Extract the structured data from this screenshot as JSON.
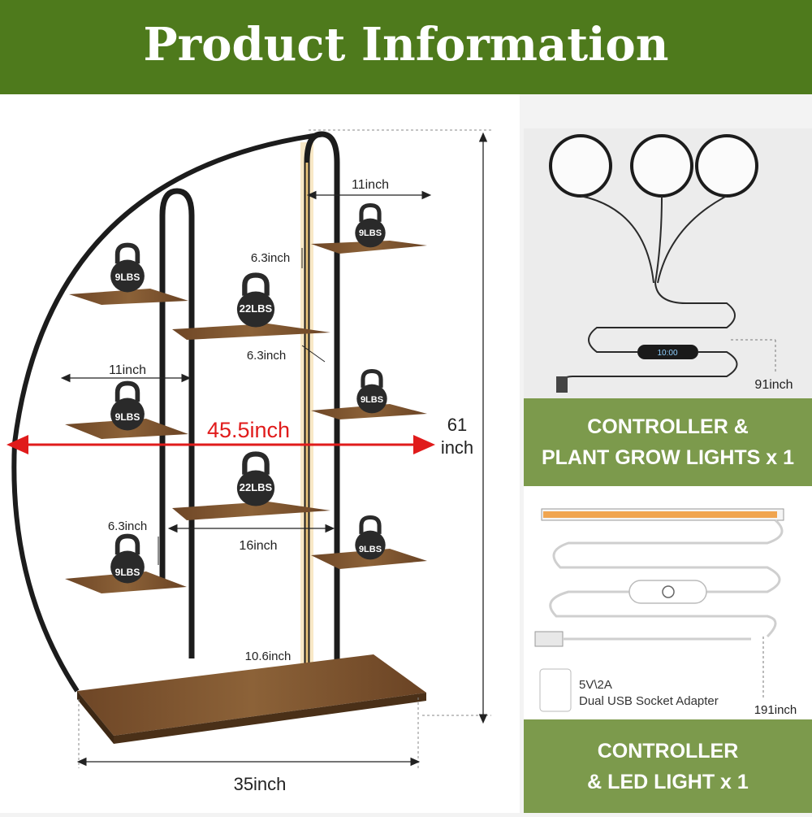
{
  "banner": {
    "title": "Product Information"
  },
  "stand": {
    "weights": {
      "top_right": "9LBS",
      "upper_left": "9LBS",
      "upper_center": "22LBS",
      "mid_left": "9LBS",
      "mid_right": "9LBS",
      "lower_center": "22LBS",
      "bottom_left": "9LBS",
      "bottom_right": "9LBS"
    },
    "dimensions": {
      "top_shelf_width": "11inch",
      "gap_upper": "6.3inch",
      "gap_center": "6.3inch",
      "left_shelf_width": "11inch",
      "total_span": "45.5inch",
      "height_value": "61",
      "height_unit": "inch",
      "gap_lower_left": "6.3inch",
      "center_shelf_width": "16inch",
      "base_depth": "10.6inch",
      "base_width": "35inch"
    }
  },
  "grow_lights": {
    "display_value": "10:00",
    "cable_length": "91inch",
    "label_line1": "CONTROLLER &",
    "label_line2": "PLANT GROW LIGHTS x 1"
  },
  "led_strip": {
    "adapter_spec": "5V\\2A",
    "adapter_name": "Dual USB Socket Adapter",
    "cable_length": "191inch",
    "label_line1": "CONTROLLER",
    "label_line2": "& LED LIGHT x 1"
  },
  "colors": {
    "banner": "#4e7a1c",
    "label_band": "#7c9a4c",
    "dimension_red": "#e01b1b",
    "wood": "#7a5230"
  }
}
